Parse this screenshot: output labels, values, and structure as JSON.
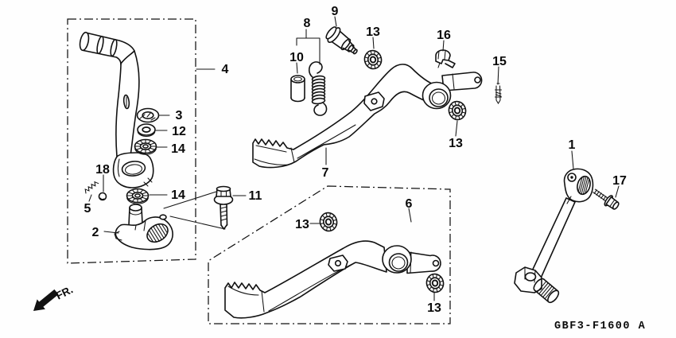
{
  "diagram": {
    "code": "GBF3-F1600 A",
    "front_marker": "FR.",
    "line_color": "#121212",
    "background_color": "#ffffff",
    "labels": [
      {
        "text": "4"
      },
      {
        "text": "3"
      },
      {
        "text": "12"
      },
      {
        "text": "14"
      },
      {
        "text": "14"
      },
      {
        "text": "18"
      },
      {
        "text": "5"
      },
      {
        "text": "2"
      },
      {
        "text": "8"
      },
      {
        "text": "10"
      },
      {
        "text": "9"
      },
      {
        "text": "13"
      },
      {
        "text": "16"
      },
      {
        "text": "15"
      },
      {
        "text": "13"
      },
      {
        "text": "7"
      },
      {
        "text": "1"
      },
      {
        "text": "17"
      },
      {
        "text": "11"
      },
      {
        "text": "13"
      },
      {
        "text": "6"
      },
      {
        "text": "13"
      }
    ]
  }
}
